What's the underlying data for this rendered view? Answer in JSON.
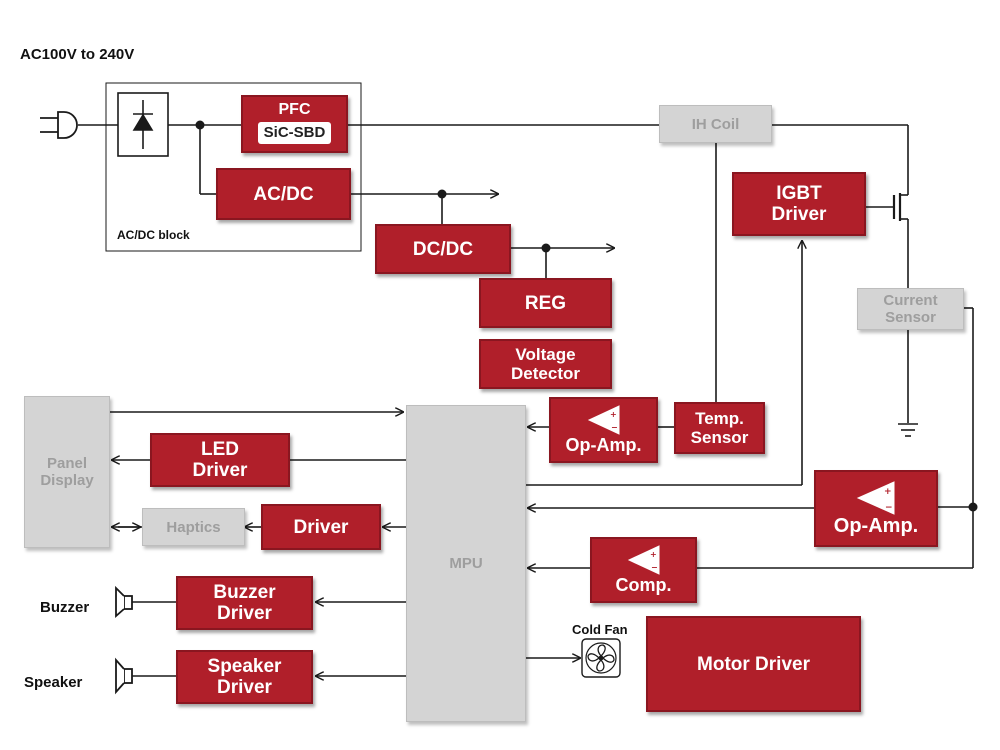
{
  "colors": {
    "block_red": "#b01f2a",
    "block_gray": "#d4d4d4",
    "line": "#1a1a1a"
  },
  "labels": {
    "input": "AC100V to 240V",
    "acdc_block": "AC/DC block",
    "buzzer": "Buzzer",
    "speaker": "Speaker",
    "cold_fan": "Cold Fan"
  },
  "blocks": {
    "pfc": "PFC",
    "sic_sbd": "SiC-SBD",
    "acdc": "AC/DC",
    "dcdc": "DC/DC",
    "reg": "REG",
    "voltage_detector": [
      "Voltage",
      "Detector"
    ],
    "ih_coil": "IH Coil",
    "igbt_driver": [
      "IGBT",
      "Driver"
    ],
    "current_sensor": [
      "Current",
      "Sensor"
    ],
    "temp_sensor": [
      "Temp.",
      "Sensor"
    ],
    "opamp_temp": "Op-Amp.",
    "opamp_current": "Op-Amp.",
    "comp": "Comp.",
    "mpu": "MPU",
    "panel_display": [
      "Panel",
      "Display"
    ],
    "led_driver": [
      "LED",
      "Driver"
    ],
    "haptics": "Haptics",
    "haptics_driver": "Driver",
    "buzzer_driver": [
      "Buzzer",
      "Driver"
    ],
    "speaker_driver": [
      "Speaker",
      "Driver"
    ],
    "motor_driver": "Motor Driver"
  },
  "icons": [
    "ac-plug-icon",
    "bridge-rectifier-icon",
    "igbt-transistor-icon",
    "ground-icon",
    "buzzer-icon",
    "speaker-icon",
    "fan-icon",
    "op-amp-triangle-icon"
  ]
}
